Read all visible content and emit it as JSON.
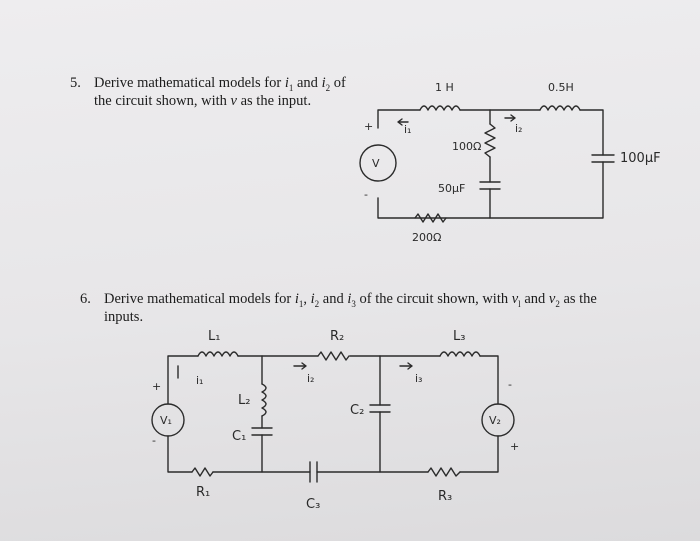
{
  "problem5": {
    "number": "5.",
    "line1_prefix": "Derive mathematical models for ",
    "var1": "i",
    "var1_sub": "1",
    "mid": " and ",
    "var2": "i",
    "var2_sub": "2",
    "line1_suffix": " of",
    "line2_prefix": "the circuit shown, with ",
    "input_var": "v",
    "line2_suffix": " as the input.",
    "labels": {
      "L1": "1 H",
      "L2": "0.5H",
      "R1": "100Ω",
      "C1": "50μF",
      "C2": "100μF",
      "R2": "200Ω",
      "source": "V",
      "plus": "+",
      "minus": "-",
      "i1": "i₁",
      "i2": "i₂"
    }
  },
  "problem6": {
    "number": "6.",
    "line1_prefix": "Derive mathematical models for ",
    "v1": "i",
    "v1_sub": "1",
    "sep1": ", ",
    "v2": "i",
    "v2_sub": "2",
    "sep2": " and ",
    "v3": "i",
    "v3_sub": "3",
    "line1_mid": " of the circuit shown, with ",
    "in1": "v",
    "in1_sub": "l",
    "and": " and ",
    "in2": "v",
    "in2_sub": "2",
    "line1_suffix": " as the",
    "line2": "inputs.",
    "labels": {
      "L1": "L₁",
      "R2": "R₂",
      "L3": "L₃",
      "L2": "L₂",
      "C1": "C₁",
      "C2": "C₂",
      "C3": "C₃",
      "R1": "R₁",
      "R3": "R₃",
      "V1": "V₁",
      "V2": "V₂",
      "i1": "i₁",
      "i2": "i₂",
      "i3": "i₃",
      "plus": "+",
      "minus": "-"
    }
  }
}
